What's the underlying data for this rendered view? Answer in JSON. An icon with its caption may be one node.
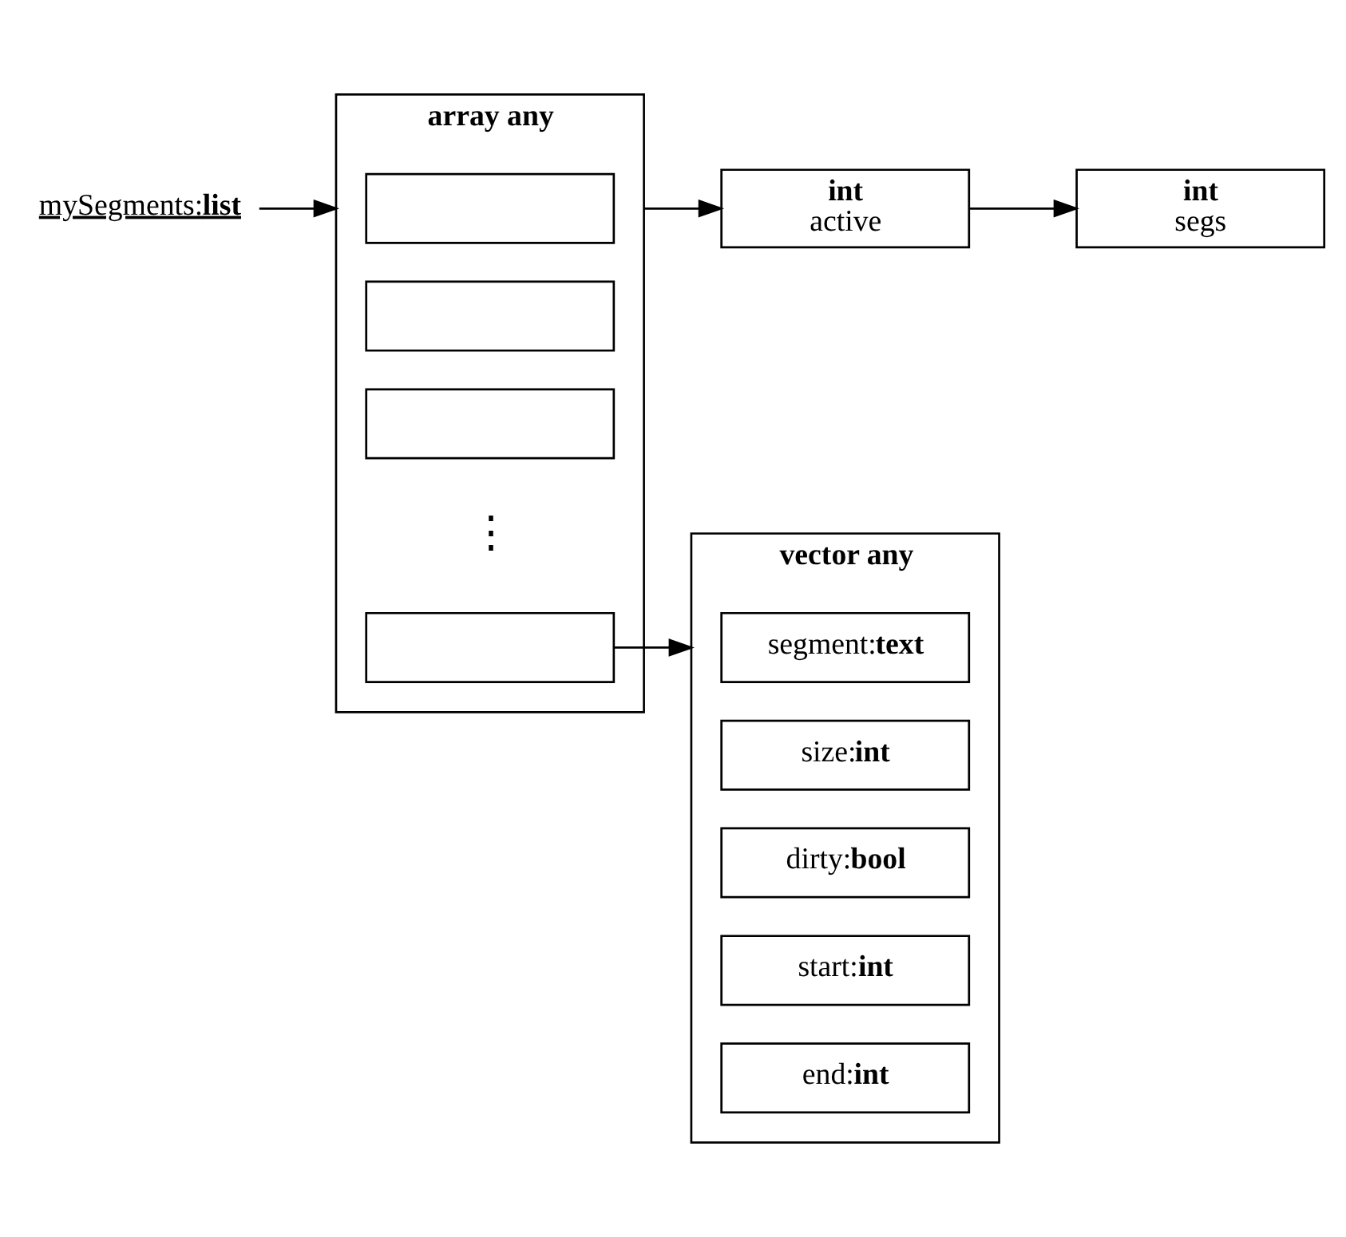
{
  "diagram": {
    "nodes": [
      {
        "text": [
          "mySegments:**list**"
        ]
      },
      {
        "text": [
          "array any"
        ]
      },
      {
        "text": [],
        "shape": "box",
        "in": 1
      },
      {
        "text": [],
        "shape": "box",
        "in": 1
      },
      {
        "text": [],
        "shape": "box",
        "in": 1
      },
      {
        "text": [],
        "shape": "box",
        "in": 1
      },
      {
        "text": [
          "**int**",
          "active"
        ]
      },
      {
        "text": [
          "**int**",
          "segs"
        ]
      },
      {
        "text": [
          "vector any"
        ]
      },
      {
        "text": [
          "segment:**text**"
        ],
        "in": 8
      },
      {
        "text": [
          "size:**int**"
        ],
        "in": 8
      },
      {
        "text": [
          "dirty:**bool**"
        ],
        "in": 8
      },
      {
        "text": [
          "start:**int**"
        ],
        "in": 8
      },
      {
        "text": [
          "end:**int**"
        ],
        "in": 8
      }
    ],
    "edges": [
      {
        "from": 0,
        "to": 1,
        "arrow": "to"
      },
      {
        "from": 1,
        "to": 6,
        "arrow": "to"
      },
      {
        "from": 6,
        "to": 7,
        "arrow": "to"
      },
      {
        "from": 5,
        "to": 8,
        "arrow": "to"
      }
    ],
    "labels": [
      "⋮"
    ]
  }
}
